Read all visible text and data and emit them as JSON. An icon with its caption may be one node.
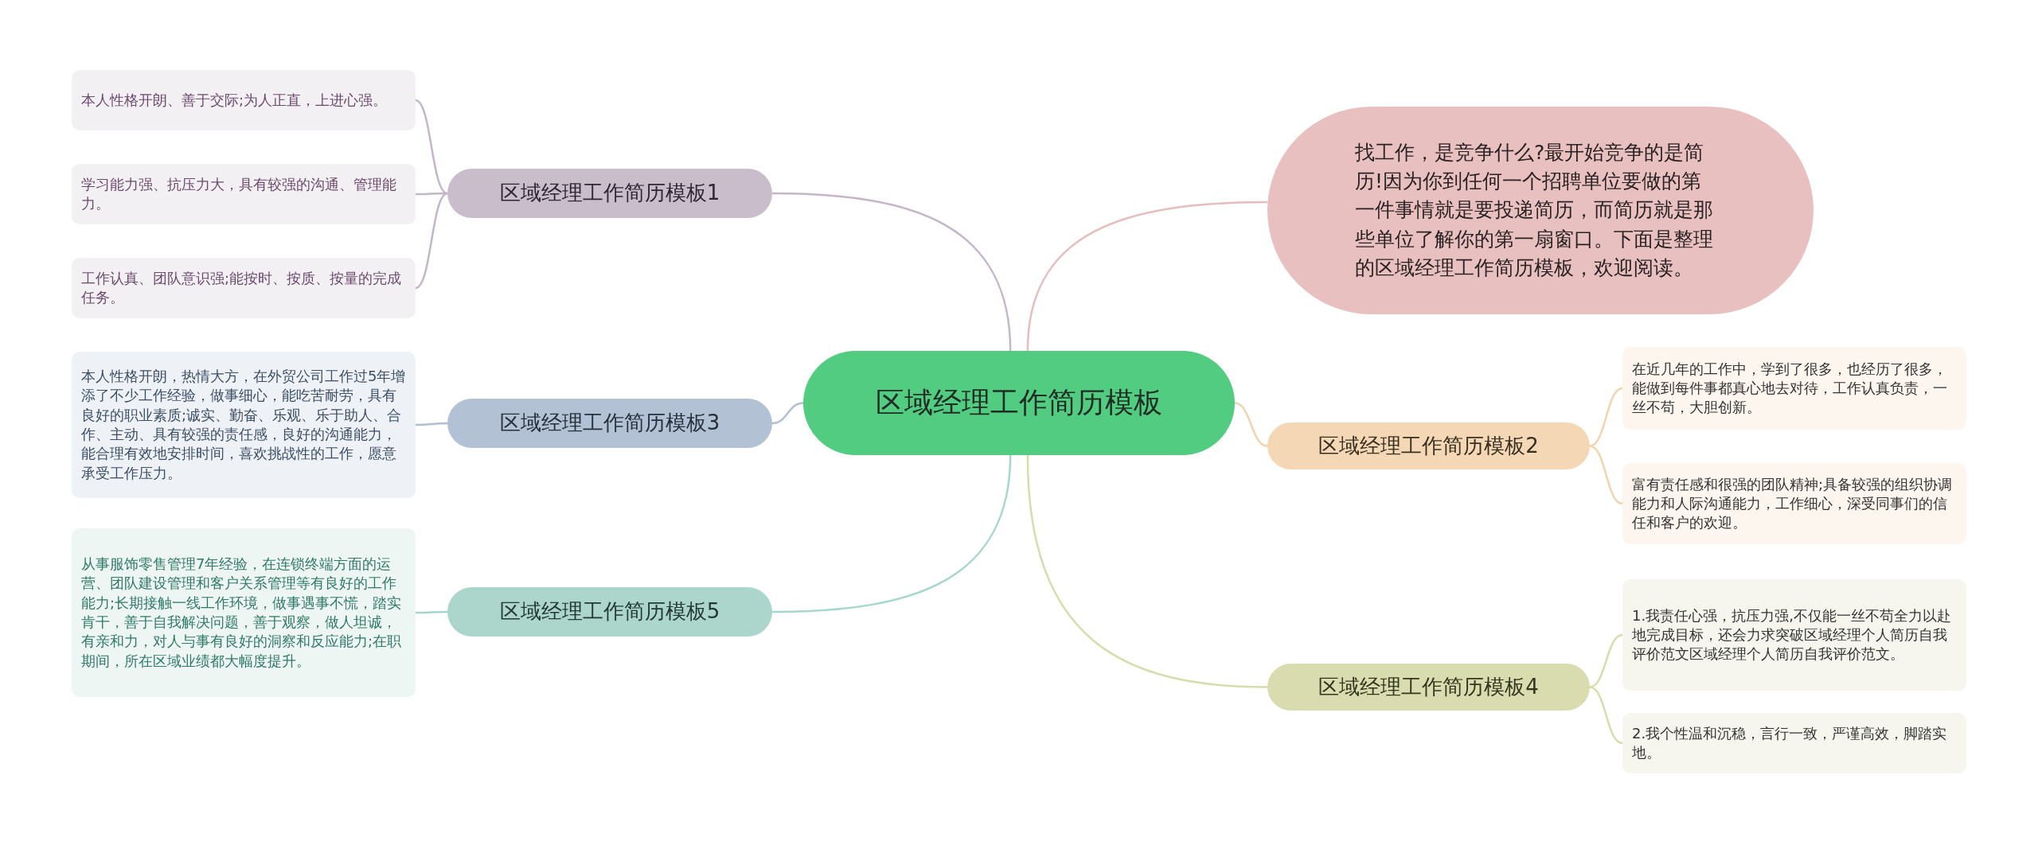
{
  "diagram": {
    "nodes": [
      {
        "text": [
          "区域经理工作简历模板"
        ]
      },
      {
        "text": [
          "找工作，是竞争什么?最开始竞争的是简历!因为你到任何一个招聘单位要做的第一件事情就是要投递简历，而简历就是那些单位了解你的第一扇窗口。下面是整理的区域经理工作简历模板，欢迎阅读。"
        ]
      },
      {
        "text": [
          "区域经理工作简历模板1"
        ]
      },
      {
        "text": [
          "本人性格开朗、善于交际;为人正直，上进心强。"
        ]
      },
      {
        "text": [
          "学习能力强、抗压力大，具有较强的沟通、管理能力。"
        ]
      },
      {
        "text": [
          "工作认真、团队意识强;能按时、按质、按量的完成任务。"
        ]
      },
      {
        "text": [
          "区域经理工作简历模板3"
        ]
      },
      {
        "text": [
          "本人性格开朗，热情大方，在外贸公司工作过5年增添了不少工作经验，做事细心，能吃苦耐劳，具有良好的职业素质;诚实、勤奋、乐观、乐于助人、合作、主动、具有较强的责任感，良好的沟通能力，能合理有效地安排时间，喜欢挑战性的工作，愿意承受工作压力。"
        ]
      },
      {
        "text": [
          "区域经理工作简历模板5"
        ]
      },
      {
        "text": [
          "从事服饰零售管理7年经验，在连锁终端方面的运营、团队建设管理和客户关系管理等有良好的工作能力;长期接触一线工作环境，做事遇事不慌，踏实肯干，善于自我解决问题，善于观察，做人坦诚，有亲和力，对人与事有良好的洞察和反应能力;在职期间，所在区域业绩都大幅度提升。"
        ]
      },
      {
        "text": [
          "区域经理工作简历模板2"
        ]
      },
      {
        "text": [
          "在近几年的工作中，学到了很多，也经历了很多，能做到每件事都真心地去对待，工作认真负责，一丝不苟，大胆创新。"
        ]
      },
      {
        "text": [
          "富有责任感和很强的团队精神;具备较强的组织协调能力和人际沟通能力，工作细心，深受同事们的信任和客户的欢迎。"
        ]
      },
      {
        "text": [
          "区域经理工作简历模板4"
        ]
      },
      {
        "text": [
          "1.我责任心强，抗压力强,不仅能一丝不苟全力以赴地完成目标，还会力求突破区域经理个人简历自我评价范文区域经理个人简历自我评价范文。"
        ]
      },
      {
        "text": [
          "2.我个性温和沉稳，言行一致，严谨高效，脚踏实地。"
        ]
      }
    ],
    "edges": [
      {
        "from": 0,
        "to": 1,
        "arrow": "none",
        "color": "#e6bcbc"
      },
      {
        "from": 0,
        "to": 2,
        "arrow": "none",
        "color": "#c4b6c8"
      },
      {
        "from": 2,
        "to": 3,
        "arrow": "none",
        "color": "#c4b6c8"
      },
      {
        "from": 2,
        "to": 4,
        "arrow": "none",
        "color": "#c4b6c8"
      },
      {
        "from": 2,
        "to": 5,
        "arrow": "none",
        "color": "#c4b6c8"
      },
      {
        "from": 0,
        "to": 6,
        "arrow": "none",
        "color": "#b0bfd2"
      },
      {
        "from": 6,
        "to": 7,
        "arrow": "none",
        "color": "#b0bfd2"
      },
      {
        "from": 0,
        "to": 8,
        "arrow": "none",
        "color": "#a6d6cc"
      },
      {
        "from": 8,
        "to": 9,
        "arrow": "none",
        "color": "#a6d6cc"
      },
      {
        "from": 0,
        "to": 10,
        "arrow": "none",
        "color": "#f2d3ae"
      },
      {
        "from": 10,
        "to": 11,
        "arrow": "none",
        "color": "#f2d3ae"
      },
      {
        "from": 10,
        "to": 12,
        "arrow": "none",
        "color": "#f2d3ae"
      },
      {
        "from": 0,
        "to": 13,
        "arrow": "none",
        "color": "#d6dcab"
      },
      {
        "from": 13,
        "to": 14,
        "arrow": "none",
        "color": "#d6dcab"
      },
      {
        "from": 13,
        "to": 15,
        "arrow": "none",
        "color": "#d6dcab"
      }
    ]
  }
}
